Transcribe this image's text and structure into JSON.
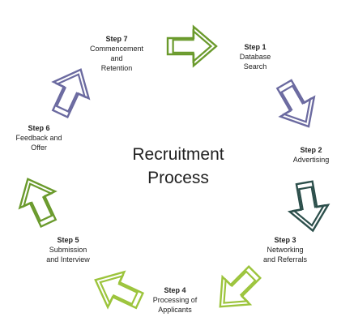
{
  "title": {
    "line1": "Recruitment",
    "line2": "Process"
  },
  "steps": [
    {
      "title": "Step 1",
      "lines": [
        "Database",
        "Search"
      ],
      "color": "#6b6aa0",
      "icon": "double-outline-arrow-icon"
    },
    {
      "title": "Step 2",
      "lines": [
        "Advertising"
      ],
      "color": "#6b6aa0",
      "icon": "double-outline-arrow-icon"
    },
    {
      "title": "Step 3",
      "lines": [
        "Networking",
        "and Referrals"
      ],
      "color": "#2c4f4b",
      "icon": "double-outline-arrow-icon"
    },
    {
      "title": "Step 4",
      "lines": [
        "Processing of",
        "Applicants"
      ],
      "color": "#9cc43c",
      "icon": "double-outline-arrow-icon"
    },
    {
      "title": "Step 5",
      "lines": [
        "Submission",
        "and Interview"
      ],
      "color": "#9cc43c",
      "icon": "double-outline-arrow-icon"
    },
    {
      "title": "Step 6",
      "lines": [
        "Feedback and",
        "Offer"
      ],
      "color": "#6a9a2c",
      "icon": "double-outline-arrow-icon"
    },
    {
      "title": "Step 7",
      "lines": [
        "Commencement",
        "and",
        "Retention"
      ],
      "color": "#6b6aa0",
      "icon": "double-outline-arrow-icon"
    }
  ],
  "arrows": [
    {
      "color": "#6a9a2c"
    },
    {
      "color": "#6b6aa0"
    },
    {
      "color": "#2c4f4b"
    },
    {
      "color": "#9cc43c"
    },
    {
      "color": "#9cc43c"
    },
    {
      "color": "#6a9a2c"
    },
    {
      "color": "#6b6aa0"
    }
  ]
}
